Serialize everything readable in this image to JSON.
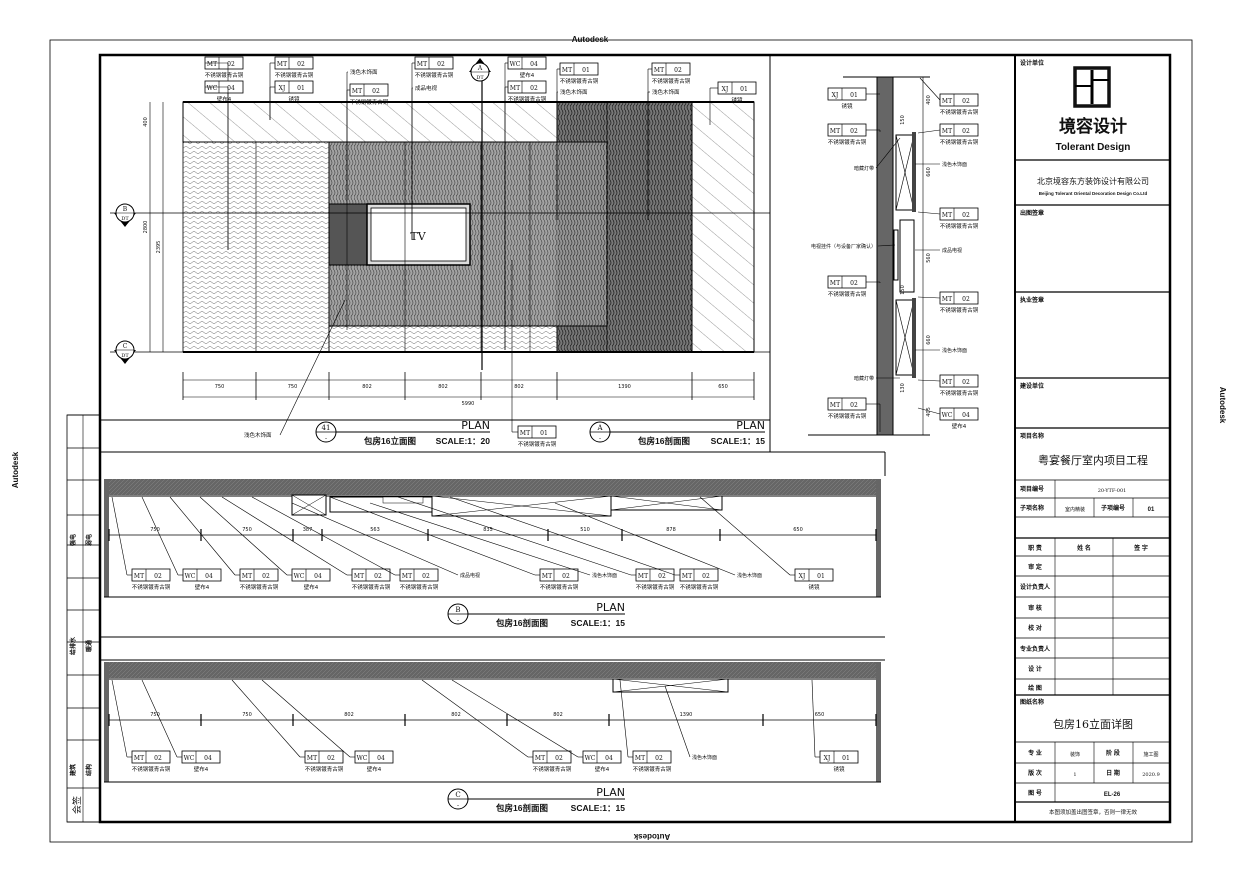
{
  "watermark": "Autodesk",
  "elevation": {
    "view_no": "41",
    "view_sub": "-",
    "plan": "PLAN",
    "title": "包房16立面图",
    "scale": "SCALE:1：20",
    "tv_label": "TV",
    "tags": [
      {
        "code": "MT",
        "num": "02",
        "desc": "不锈钢镀青古铜"
      },
      {
        "code": "WC",
        "num": "04",
        "desc": "壁布4"
      },
      {
        "code": "MT",
        "num": "02",
        "desc": "不锈钢镀青古铜"
      },
      {
        "code": "XJ",
        "num": "01",
        "desc": "锈镜"
      },
      {
        "code": "",
        "num": "",
        "desc": "浅色木饰面"
      },
      {
        "code": "MT",
        "num": "02",
        "desc": "不锈钢镀青古铜"
      },
      {
        "code": "MT",
        "num": "02",
        "desc": "不锈钢镀青古铜"
      },
      {
        "code": "",
        "num": "",
        "desc": "成品电视"
      },
      {
        "code": "WC",
        "num": "04",
        "desc": "壁布4"
      },
      {
        "code": "MT",
        "num": "02",
        "desc": "不锈钢镀青古铜"
      },
      {
        "code": "MT",
        "num": "01",
        "desc": "不锈钢镀青古铜"
      },
      {
        "code": "",
        "num": "",
        "desc": "浅色木饰面"
      },
      {
        "code": "MT",
        "num": "02",
        "desc": "不锈钢镀青古铜"
      },
      {
        "code": "",
        "num": "",
        "desc": "浅色木饰面"
      },
      {
        "code": "XJ",
        "num": "01",
        "desc": "锈镜"
      },
      {
        "code": "",
        "num": "",
        "desc": "浅色木饰面"
      },
      {
        "code": "MT",
        "num": "01",
        "desc": "不锈钢镀青古铜"
      }
    ],
    "dims_h": [
      "750",
      "750",
      "802",
      "802",
      "802",
      "1390",
      "650"
    ],
    "dim_total": "5990",
    "dims_v": [
      "400",
      "2395",
      "2800"
    ],
    "section_marks": [
      {
        "id": "B",
        "sub": "DT"
      },
      {
        "id": "C",
        "sub": "DT"
      },
      {
        "id": "A",
        "sub": "DT"
      }
    ]
  },
  "section_a": {
    "view_no": "A",
    "view_sub": "-",
    "plan": "PLAN",
    "title": "包房16剖面图",
    "scale": "SCALE:1：15",
    "tags": [
      {
        "code": "XJ",
        "num": "01",
        "desc": "锈镜"
      },
      {
        "code": "MT",
        "num": "02",
        "desc": "不锈钢镀青古铜"
      },
      {
        "code": "",
        "num": "",
        "desc": "暗藏灯带"
      },
      {
        "code": "",
        "num": "",
        "desc": "电视挂件（与设备厂家确认）"
      },
      {
        "code": "MT",
        "num": "02",
        "desc": "不锈钢镀青古铜"
      },
      {
        "code": "",
        "num": "",
        "desc": "暗藏灯带"
      },
      {
        "code": "MT",
        "num": "02",
        "desc": "不锈钢镀青古铜"
      },
      {
        "code": "MT",
        "num": "02",
        "desc": "不锈钢镀青古铜"
      },
      {
        "code": "MT",
        "num": "02",
        "desc": "不锈钢镀青古铜"
      },
      {
        "code": "",
        "num": "",
        "desc": "浅色木饰面"
      },
      {
        "code": "MT",
        "num": "02",
        "desc": "不锈钢镀青古铜"
      },
      {
        "code": "",
        "num": "",
        "desc": "成品电视"
      },
      {
        "code": "MT",
        "num": "02",
        "desc": "不锈钢镀青古铜"
      },
      {
        "code": "",
        "num": "",
        "desc": "浅色木饰面"
      },
      {
        "code": "MT",
        "num": "02",
        "desc": "不锈钢镀青古铜"
      },
      {
        "code": "WC",
        "num": "04",
        "desc": "壁布4"
      }
    ],
    "dims": [
      "400",
      "150",
      "660",
      "560",
      "150",
      "660",
      "130",
      "405"
    ]
  },
  "section_b": {
    "view_no": "B",
    "view_sub": "-",
    "plan": "PLAN",
    "title": "包房16剖面图",
    "scale": "SCALE:1：15",
    "dims": [
      "750",
      "750",
      "387",
      "563",
      "835",
      "510",
      "878",
      "650"
    ],
    "tags": [
      {
        "code": "MT",
        "num": "02",
        "desc": "不锈钢镀青古铜"
      },
      {
        "code": "WC",
        "num": "04",
        "desc": "壁布4"
      },
      {
        "code": "MT",
        "num": "02",
        "desc": "不锈钢镀青古铜"
      },
      {
        "code": "WC",
        "num": "04",
        "desc": "壁布4"
      },
      {
        "code": "MT",
        "num": "02",
        "desc": "不锈钢镀青古铜"
      },
      {
        "code": "MT",
        "num": "02",
        "desc": "不锈钢镀青古铜"
      },
      {
        "code": "",
        "num": "",
        "desc": "成品电视"
      },
      {
        "code": "MT",
        "num": "02",
        "desc": "不锈钢镀青古铜"
      },
      {
        "code": "",
        "num": "",
        "desc": "浅色木饰面"
      },
      {
        "code": "MT",
        "num": "02",
        "desc": "不锈钢镀青古铜"
      },
      {
        "code": "MT",
        "num": "02",
        "desc": "不锈钢镀青古铜"
      },
      {
        "code": "",
        "num": "",
        "desc": "浅色木饰面"
      },
      {
        "code": "XJ",
        "num": "01",
        "desc": "锈镜"
      }
    ]
  },
  "section_c": {
    "view_no": "C",
    "view_sub": "-",
    "plan": "PLAN",
    "title": "包房16剖面图",
    "scale": "SCALE:1：15",
    "dims": [
      "750",
      "750",
      "802",
      "802",
      "802",
      "1390",
      "650"
    ],
    "tags": [
      {
        "code": "MT",
        "num": "02",
        "desc": "不锈钢镀青古铜"
      },
      {
        "code": "WC",
        "num": "04",
        "desc": "壁布4"
      },
      {
        "code": "MT",
        "num": "02",
        "desc": "不锈钢镀青古铜"
      },
      {
        "code": "WC",
        "num": "04",
        "desc": "壁布4"
      },
      {
        "code": "MT",
        "num": "02",
        "desc": "不锈钢镀青古铜"
      },
      {
        "code": "WC",
        "num": "04",
        "desc": "壁布4"
      },
      {
        "code": "MT",
        "num": "02",
        "desc": "不锈钢镀青古铜"
      },
      {
        "code": "",
        "num": "",
        "desc": "浅色木饰面"
      },
      {
        "code": "XJ",
        "num": "01",
        "desc": "锈镜"
      }
    ]
  },
  "countersign": [
    "强电",
    "弱电",
    "给排水",
    "暖通",
    "建筑",
    "结构",
    "会签"
  ],
  "title_block": {
    "design_unit_label": "设计单位",
    "logo_cn": "境容设计",
    "logo_en": "Tolerant Design",
    "company_cn": "北京境容东方装饰设计有限公司",
    "company_en": "Beijing Tolerant Oriental Decoration Design Co.Ltd",
    "issue_stamp_label": "出图签章",
    "practice_stamp_label": "执业签章",
    "client_label": "建设单位",
    "project_name_label": "项目名称",
    "project_name": "粤宴餐厅室内项目工程",
    "project_no_label": "项目编号",
    "project_no": "20-YTF-001",
    "sub_name_label": "子项名称",
    "sub_name": "室内精装",
    "sub_no_label": "子项编号",
    "sub_no": "01",
    "roles_header": [
      "职 责",
      "姓 名",
      "签 字"
    ],
    "roles": [
      "审 定",
      "设计负责人",
      "审 核",
      "校 对",
      "专业负责人",
      "设 计",
      "绘 图"
    ],
    "drawing_name_label": "图纸名称",
    "drawing_name": "包房16立面详图",
    "discipline_label": "专 业",
    "discipline": "装饰",
    "stage_label": "阶 段",
    "stage": "施工图",
    "revision_label": "版 次",
    "revision": "1",
    "date_label": "日 期",
    "date": "2020.9",
    "drawing_no_label": "图 号",
    "drawing_no": "EL-26",
    "note": "本图须加盖出图签章，否则一律无效"
  }
}
